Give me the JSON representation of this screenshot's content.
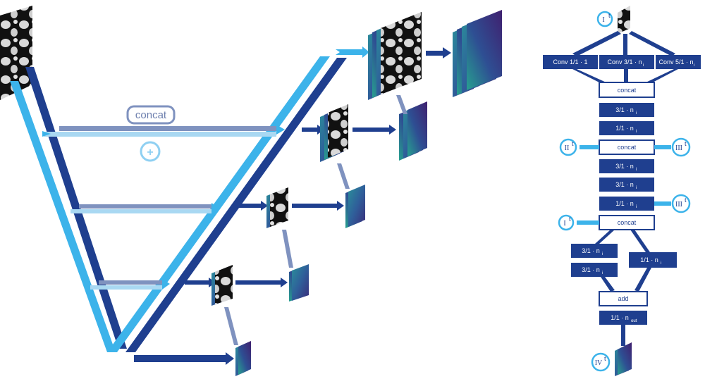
{
  "colors": {
    "dark_blue": "#1f3f8f",
    "light_blue": "#3cb3ea",
    "gray_blue": "#7f92bf",
    "gray_blue_light": "#a9b8d9",
    "feature_teal": "#2a8f9a",
    "feature_purple": "#3a2c7a"
  },
  "left_diagram": {
    "concat_label": "concat",
    "add_symbol": "+"
  },
  "right_block": {
    "inputs": {
      "I": "I",
      "II": "II",
      "III": "III",
      "IV": "IV",
      "superscript": "t"
    },
    "conv1": {
      "main": "Conv 1/1 · 1",
      "sub": ""
    },
    "conv3": {
      "main": "Conv 3/1 · n",
      "sub": "i"
    },
    "conv5": {
      "main": "Conv 5/1 · n",
      "sub": "i"
    },
    "concat": "concat",
    "layer_3_1": {
      "main": "3/1 · n",
      "sub": "i"
    },
    "layer_1_1": {
      "main": "1/1 · n",
      "sub": "i"
    },
    "add": "add",
    "out": {
      "main": "1/1 · n",
      "sub": "out"
    }
  }
}
